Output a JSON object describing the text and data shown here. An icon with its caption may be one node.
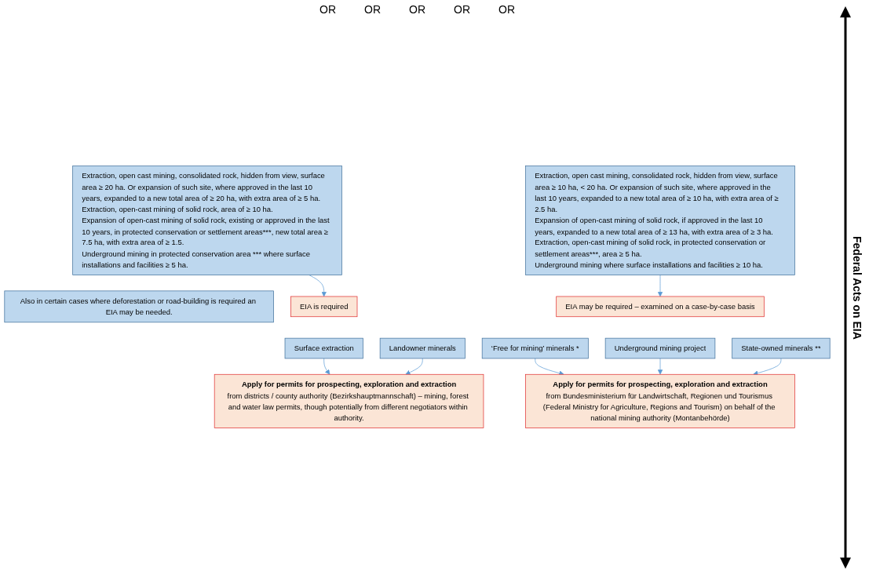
{
  "diagram": {
    "nodes": [
      {
        "text": [
          "Extraction, open cast mining, consolidated rock, hidden from view, surface area ≥ 20 ha. Or expansion of such site, where approved in the last 10 years, expanded to a new total area of ≥ 20 ha, with extra area of ≥ 5 ha.",
          "Extraction, open-cast mining of solid rock, area of ≥ 10 ha.",
          "Expansion of open-cast mining of solid rock, existing or approved in the last 10 years, in protected conservation or settlement areas***, new total area ≥ 7.5 ha, with extra area of ≥ 1.5.",
          "Underground mining in protected conservation area *** where surface installations and facilities ≥ 5 ha."
        ]
      },
      {
        "text": [
          "Extraction, open cast mining, consolidated rock, hidden from view, surface area ≥ 10 ha, < 20 ha. Or expansion of such site, where approved in the last 10 years, expanded to a new total area of ≥ 10 ha, with extra area of ≥ 2.5 ha.",
          "Expansion of open-cast mining of solid rock, if approved in the last 10 years, expanded to a new total area of ≥ 13 ha, with extra area of ≥ 3 ha.",
          "Extraction, open-cast mining of solid rock, in protected conservation or settlement areas***, area ≥ 5 ha.",
          "Underground mining where surface installations and facilities ≥ 10 ha."
        ]
      },
      {
        "text": [
          "Also in certain cases where deforestation or road-building is required an EIA may be needed."
        ]
      },
      {
        "text": [
          "EIA is required"
        ]
      },
      {
        "text": [
          "EIA may be required – examined on a case-by-case basis"
        ]
      },
      {
        "text": [
          "Surface extraction"
        ]
      },
      {
        "text": [
          "Landowner minerals"
        ]
      },
      {
        "text": [
          "‘Free for mining’ minerals *"
        ]
      },
      {
        "text": [
          "Underground mining project"
        ]
      },
      {
        "text": [
          "State-owned minerals **"
        ]
      },
      {
        "text": [
          "Apply for permits for prospecting, exploration and extraction",
          "from districts / county authority (Bezirkshauptmannschaft) – mining, forest and water law permits, though potentially from different negotiators within authority."
        ]
      },
      {
        "text": [
          "Apply for permits for prospecting, exploration and extraction",
          "from Bundesministerium für Landwirtschaft, Regionen und Tourismus (Federal Ministry for Agriculture, Regions and Tourism) on behalf of the national mining authority (Montanbehörde)"
        ]
      }
    ],
    "edges": [
      {
        "from": 0,
        "to": 3,
        "arrow": "to"
      },
      {
        "from": 1,
        "to": 4,
        "arrow": "to"
      },
      {
        "from": 5,
        "to": 10,
        "arrow": "to"
      },
      {
        "from": 6,
        "to": 10,
        "arrow": "to"
      },
      {
        "from": 7,
        "to": 11,
        "arrow": "to"
      },
      {
        "from": 8,
        "to": 11,
        "arrow": "to"
      },
      {
        "from": 9,
        "to": 11,
        "arrow": "to"
      }
    ],
    "labels": [
      "OR",
      "Federal Acts on EIA",
      "OR",
      "OR",
      "OR",
      "OR"
    ]
  }
}
